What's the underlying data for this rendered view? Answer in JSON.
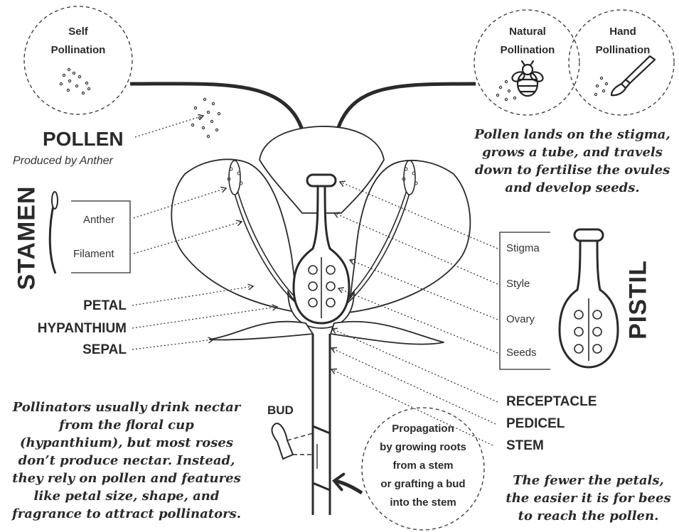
{
  "circles": {
    "self": [
      "Self",
      "Pollination"
    ],
    "natural": [
      "Natural",
      "Pollination"
    ],
    "hand": [
      "Hand",
      "Pollination"
    ],
    "propagation": [
      "Propagation",
      "by growing roots",
      "from a stem",
      "or grafting a bud",
      "into the stem"
    ]
  },
  "pollen": {
    "title": "POLLEN",
    "subtitle": "Produced by Anther"
  },
  "stamen": {
    "title": "STAMEN",
    "parts": [
      "Anther",
      "Filament"
    ]
  },
  "pistil": {
    "title": "PISTIL",
    "parts": [
      "Stigma",
      "Style",
      "Ovary",
      "Seeds"
    ]
  },
  "left_labels": [
    "PETAL",
    "HYPANTHIUM",
    "SEPAL"
  ],
  "right_labels": [
    "RECEPTACLE",
    "PEDICEL",
    "STEM"
  ],
  "bud_label": "BUD",
  "notes": {
    "stigma": [
      "Pollen lands on the stigma,",
      "grows a tube, and travels",
      "down to fertilise the ovules",
      "and develop seeds."
    ],
    "nectar": [
      "Pollinators usually drink nectar",
      "from the floral cup",
      "(hypanthium), but most roses",
      "don’t produce nectar. Instead,",
      "they rely on pollen and features",
      "like petal size, shape, and",
      "fragrance to attract pollinators."
    ],
    "petals": [
      "The fewer the petals,",
      "the easier it is for bees",
      "to reach the pollen."
    ]
  }
}
